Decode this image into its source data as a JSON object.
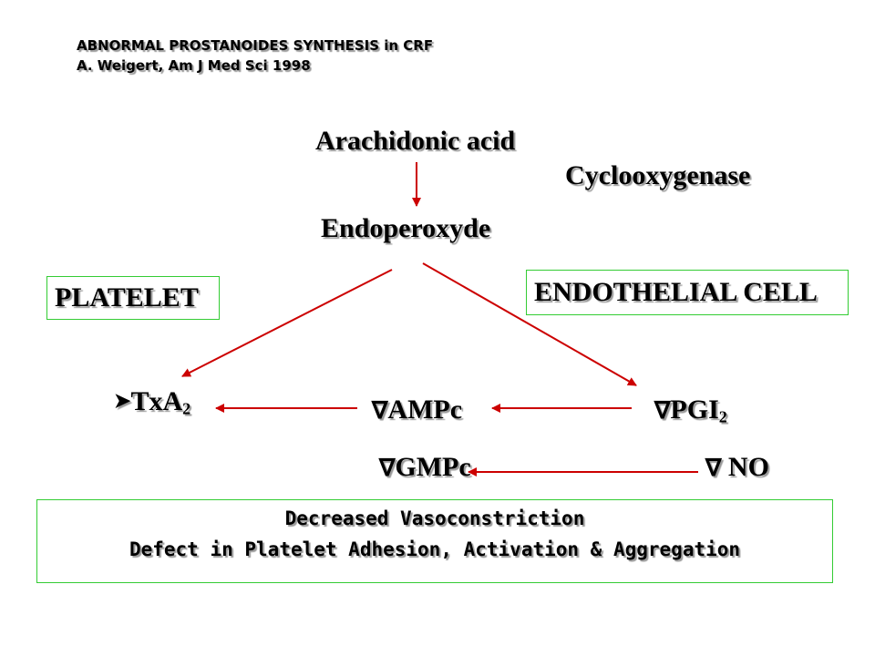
{
  "header": {
    "title": "ABNORMAL PROSTANOIDES SYNTHESIS in CRF",
    "citation": "A. Weigert, Am J  Med Sci 1998"
  },
  "nodes": {
    "arachidonic_acid": "Arachidonic acid",
    "cyclooxygenase": "Cyclooxygenase",
    "endoperoxyde": "Endoperoxyde",
    "platelet": "PLATELET",
    "endothelial_cell": "ENDOTHELIAL CELL",
    "txa": "TxA",
    "txa_sub": "2",
    "ampc": "AMPc",
    "pgi": "PGI",
    "pgi_sub": "2",
    "gmpc": "GMPc",
    "no": "NO"
  },
  "markers": {
    "txa_bullet": "➤",
    "decrease_symbol": "∇"
  },
  "conclusion": {
    "line1": "Decreased Vasoconstriction",
    "line2": "Defect in Platelet Adhesion, Activation & Aggregation"
  },
  "colors": {
    "arrow": "#cc0000",
    "box_border": "#33cc33"
  }
}
